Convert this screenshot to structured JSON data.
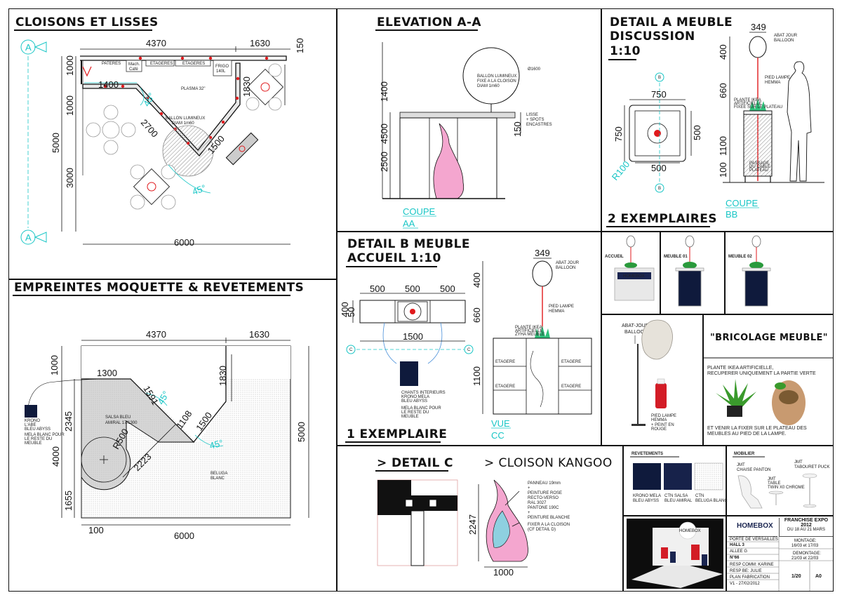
{
  "panels": {
    "cloisons": {
      "title": "CLOISONS ET LISSES"
    },
    "empreintes": {
      "title": "EMPREINTES MOQUETTE & REVETEMENTS"
    },
    "elevation": {
      "title": "ELEVATION A-A",
      "coupe": "COUPE",
      "coupe_id": "AA"
    },
    "detail_a": {
      "title1": "DETAIL A MEUBLE",
      "title2": "DISCUSSION",
      "title3": "1:10",
      "count": "2 EXEMPLAIRES",
      "coupe": "COUPE",
      "coupe_id": "BB"
    },
    "detail_b": {
      "title1": "DETAIL B MEUBLE",
      "title2": "ACCUEIL 1:10",
      "count": "1 EXEMPLAIRE",
      "vue": "VUE",
      "vue_id": "CC"
    },
    "detail_c": {
      "title": "> DETAIL C",
      "title2": "> CLOISON KANGOO"
    },
    "bricolage": {
      "title": "\"BRICOLAGE MEUBLE\""
    }
  },
  "cloisons": {
    "dims": {
      "d4370": "4370",
      "d1630": "1630",
      "d150": "150",
      "d1000a": "1000",
      "d1000b": "1000",
      "d1400": "1400",
      "d5000": "5000",
      "d3000": "3000",
      "d6000": "6000",
      "d2700": "2700",
      "d1500": "1500",
      "d1830": "1830",
      "d45a": "45°",
      "d45b": "45°"
    },
    "markers": {
      "a": "A"
    },
    "labels": {
      "pateres": "PATERES",
      "mach": "Mach.",
      "cafe": "Café",
      "etageres1": "ETAGERES",
      "etageres2": "ETAGERES",
      "frigo": "FRIGO",
      "frigo_l": "140L",
      "plasma": "PLASMA 32\"",
      "ballon1": "BALLON LUMINEUX",
      "ballon2": "DIAM 1m60"
    }
  },
  "empreintes": {
    "dims": {
      "d4370": "4370",
      "d1630": "1630",
      "d1000": "1000",
      "d1300": "1300",
      "d1591": "1591",
      "d45a": "45°",
      "d1830": "1830",
      "d2345": "2345",
      "d1108": "1108",
      "d1500": "1500",
      "d45b": "45°",
      "d5000": "5000",
      "d4000": "4000",
      "dr500": "R500",
      "d2223": "2223",
      "d1655": "1655",
      "d100": "100",
      "d6000": "6000"
    },
    "labels": {
      "salsa1": "SALSA BLEU",
      "salsa2": "AMIRAL 17/1300",
      "beluga1": "BELUGA",
      "beluga2": "BLANC",
      "swatch1": "KRONO",
      "swatch2": "L'ABE",
      "swatch3": "BLEU ABYSS",
      "swatch4": "MELA BLANC POUR",
      "swatch5": "LE RESTE DU",
      "swatch6": "MEUBLE"
    }
  },
  "elevation": {
    "dims": {
      "d1400": "1400",
      "d4500": "4500",
      "d2500": "2500",
      "d150": "150",
      "d1600": "Ø1600"
    },
    "labels": {
      "ballon1": "BALLON LUMINEUX",
      "ballon2": "FIXE A LA CLOISON",
      "ballon3": "DIAM 1m60",
      "lisse1": "LISSE",
      "lisse2": "+ SPOTS",
      "lisse3": "ENCASTRES"
    }
  },
  "detail_a": {
    "dims": {
      "d349": "349",
      "d400": "400",
      "d750a": "750",
      "d750b": "750",
      "d500a": "500",
      "d500b": "500",
      "d660": "660",
      "d1100": "1100",
      "d100": "100",
      "r100": "R100"
    },
    "markers": {
      "b": "B"
    },
    "labels": {
      "abat1": "ABAT JOUR",
      "abat2": "BALLOON",
      "pied1": "PIED LAMPE",
      "pied2": "HEMMA",
      "plante1": "PLANTE IKEA",
      "plante2": "ARTIFICIELLE",
      "plante3": "FIXEE SUR LE PLATEAU",
      "passage1": "PASSAGE",
      "passage2": "DU CABLE",
      "passage3": "PLATEAU"
    }
  },
  "detail_b": {
    "dims": {
      "d500a": "500",
      "d500b": "500",
      "d500c": "500",
      "d400": "400",
      "d50": "50",
      "d1500": "1500",
      "d349": "349",
      "d400v": "400",
      "d660": "660",
      "d1100": "1100"
    },
    "markers": {
      "c": "C"
    },
    "labels": {
      "chants1": "CHANTS INTERIEURS",
      "chants2": "KRONO MELA",
      "chants3": "BLEU ABYSS",
      "mela1": "MELA BLANC POUR",
      "mela2": "LE RESTE DU",
      "mela3": "MEUBLE",
      "abat1": "ABAT JOUR",
      "abat2": "BALLOON",
      "pied1": "PIED LAMPE",
      "pied2": "HEMMA",
      "plante1": "PLANTE IKEA",
      "plante2": "ARTIFICIELLE",
      "plante3": "ZYHA MEUBLE",
      "etagere1": "ETAGERE",
      "etagere2": "ETAGERE",
      "etagere3": "ETAGERE",
      "etagere4": "ETAGERE"
    }
  },
  "photos": {
    "accueil": "ACCUEIL",
    "meuble01": "MEUBLE 01",
    "meuble02": "MEUBLE 02",
    "homebox": "HOMEBOX"
  },
  "abat": {
    "title1": "ABAT-JOUR",
    "title2": "BALLOON",
    "pied1": "PIED LAMPE",
    "pied2": "HEMMA",
    "pied3": "+ PEINT EN",
    "pied4": "ROUGE"
  },
  "bricolage": {
    "text1": "PLANTE IKEA ARTIFICIELLE,",
    "text2": "RECUPERER UNIQUEMENT LA PARTIE VERTE",
    "text3": "ET VENIR LA FIXER SUR LE PLATEAU DES",
    "text4": "MEUBLES AU PIED DE LA LAMPE."
  },
  "detail_c": {
    "dims": {
      "d2247": "2247",
      "d1000": "1000"
    },
    "labels": {
      "p1": "PANNEAU 19mm",
      "p2": "+",
      "p3": "PEINTURE ROSE",
      "p4": "RECTO-VERSO",
      "p5": "RAL 3027",
      "p6": "PANTONE 190C",
      "p7": "+",
      "p8": "PEINTURE BLANCHE",
      "p9": "FIXER A LA CLOISON",
      "p10": "(CF DETAIL D)"
    }
  },
  "revetements": {
    "title": "REVETEMENTS",
    "items": [
      {
        "l1": "KRONO MELA",
        "l2": "BLEU ABYSS"
      },
      {
        "l1": "CTN SALSA",
        "l2": "BLEU AMIRAL"
      },
      {
        "l1": "CTN",
        "l2": "BELUGA BLANC"
      }
    ]
  },
  "mobilier": {
    "title": "MOBILIER",
    "chaise1": "JMT",
    "chaise2": "CHAISE PANTON",
    "tabouret1": "JMT",
    "tabouret2": "TABOURET PUCK",
    "table1": "JMT",
    "table2": "TABLE",
    "table3": "TWIN X0 CHROME"
  },
  "titleblock": {
    "logo": "HOMEBOX",
    "event1": "FRANCHISE EXPO",
    "event2": "2012",
    "event3": "DU 18 AU 21 MARS",
    "porte": "PORTE DE VERSAILLES",
    "hall": "HALL 3",
    "allee": "ALLEE G",
    "num": "N°66",
    "montage1": "MONTAGE:",
    "montage2": "16/03 et 17/03",
    "demontage1": "DEMONTAGE:",
    "demontage2": "21/03 et 22/03",
    "resp_comm": "RESP COMM: KARINE",
    "resp_be": "RESP BE: JULIE",
    "plan": "PLAN FABRICATION",
    "version": "V1 - 27/02/2012",
    "scale": "1/20",
    "format": "A0"
  },
  "colors": {
    "cyan": "#19c6c6",
    "red": "#e0191c",
    "pink": "#f4a6cf",
    "navy": "#0f1a3c",
    "gray": "#cfcfcf"
  }
}
